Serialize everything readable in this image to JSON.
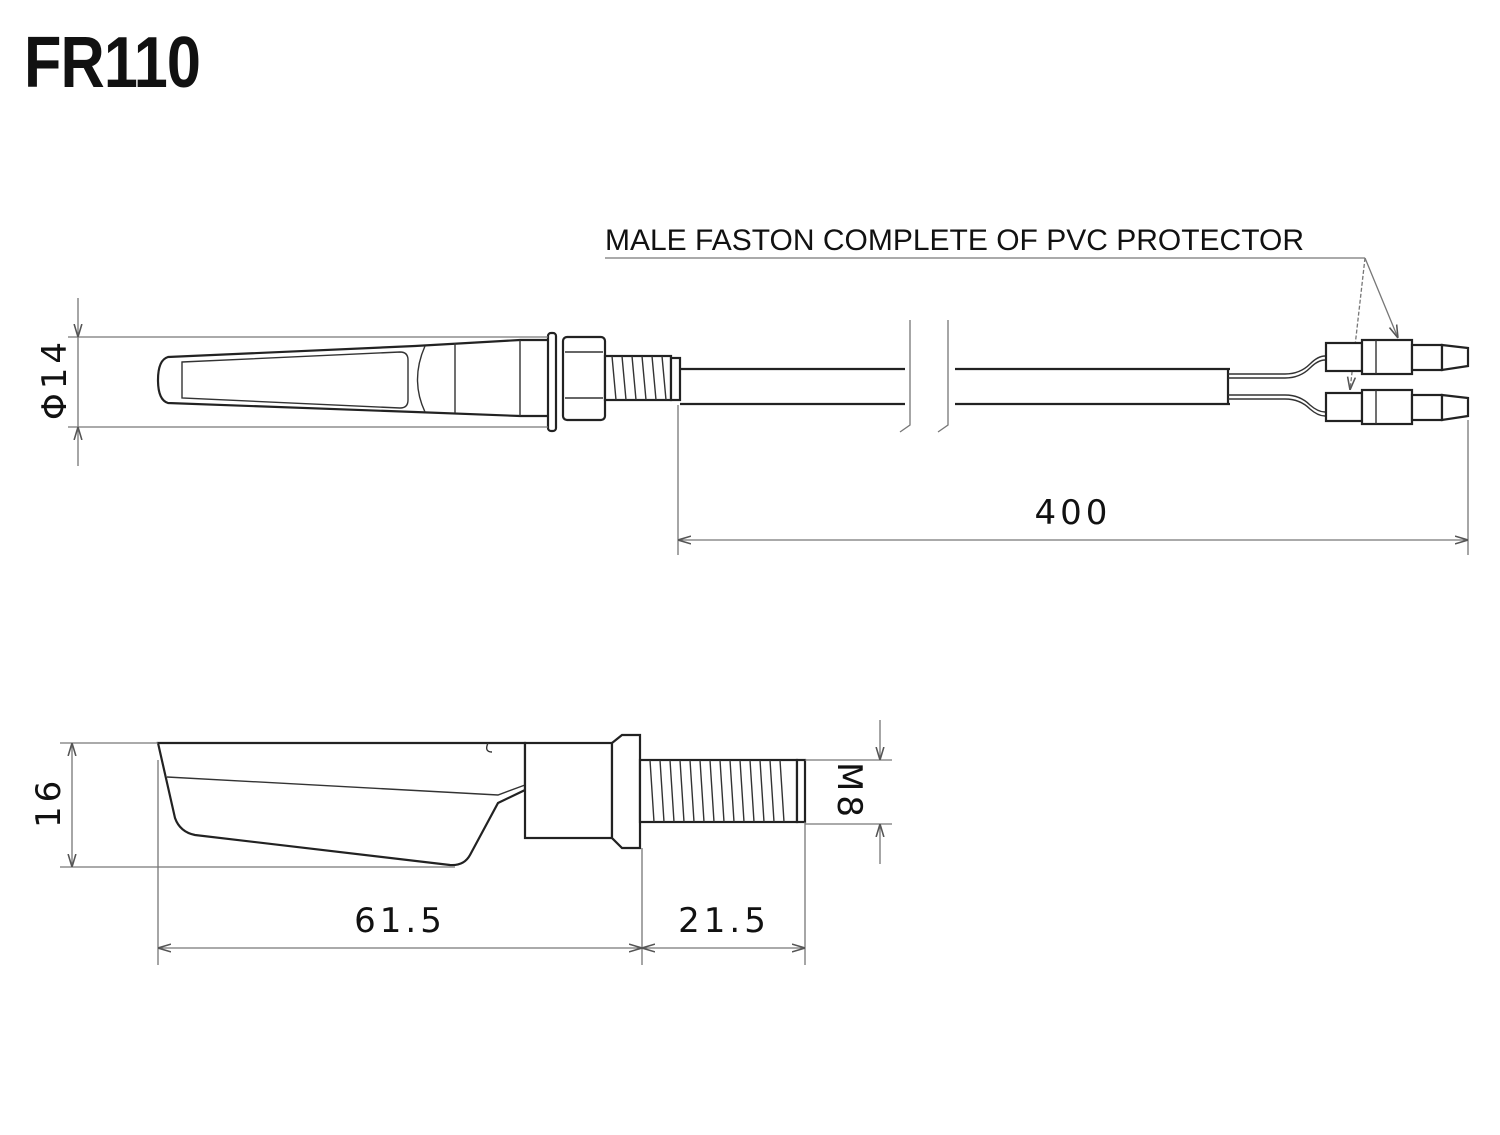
{
  "title": "FR110",
  "callout": "MALE FASTON COMPLETE OF PVC PROTECTOR",
  "dimensions": {
    "diameter": "Φ14",
    "cable_length": "400",
    "height": "16",
    "body_length": "61.5",
    "thread_length": "21.5",
    "thread_size": "M8"
  }
}
